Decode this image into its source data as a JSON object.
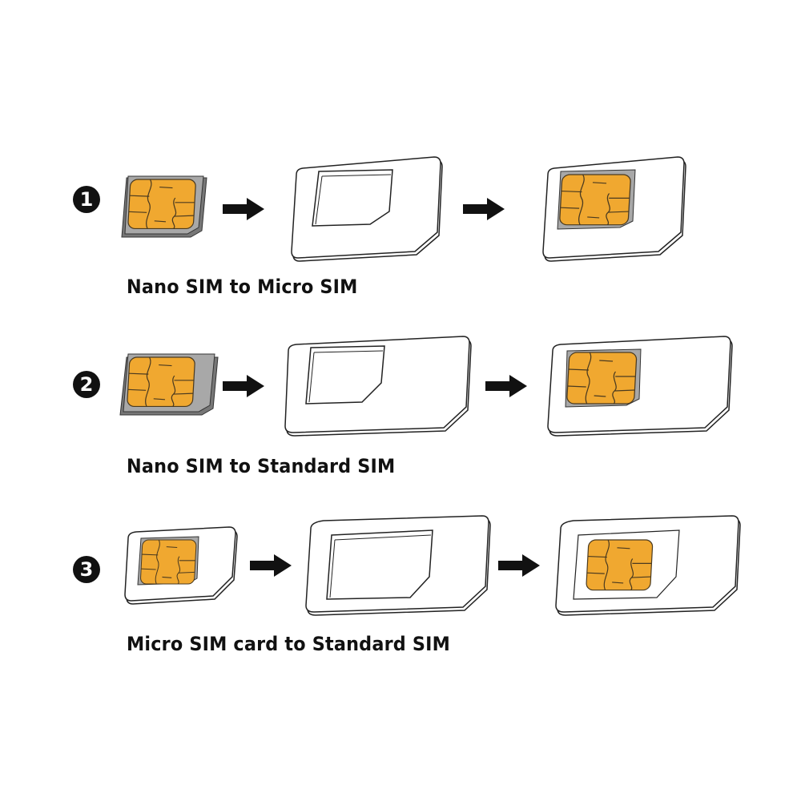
{
  "steps": [
    {
      "number": "1",
      "caption": "Nano SIM to Micro SIM",
      "from": "nano-sim",
      "adapter": "micro-sim-adapter",
      "result": "micro-sim"
    },
    {
      "number": "2",
      "caption": "Nano SIM to Standard SIM",
      "from": "nano-sim",
      "adapter": "standard-sim-adapter",
      "result": "standard-sim"
    },
    {
      "number": "3",
      "caption": "Micro SIM card to Standard SIM",
      "from": "micro-sim",
      "adapter": "standard-sim-adapter",
      "result": "standard-sim"
    }
  ],
  "colors": {
    "chip": "#f0a830",
    "chip_outline": "#4a3a20",
    "sim_tray": "#9a9a9a",
    "card_fill": "#ffffff",
    "card_outline": "#222222",
    "arrow": "#111111",
    "badge": "#111111"
  }
}
